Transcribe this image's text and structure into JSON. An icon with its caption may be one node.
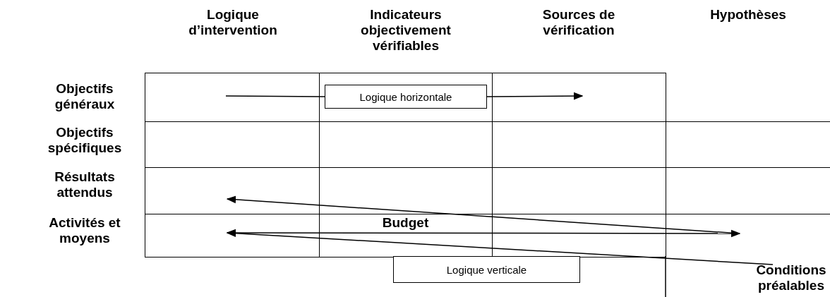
{
  "diagram": {
    "nodes": [
      {
        "text": [],
        "shape": "box"
      },
      {
        "text": [],
        "shape": "box"
      },
      {
        "text": [],
        "shape": "box"
      },
      {
        "text": [],
        "shape": "box"
      },
      {
        "text": [],
        "shape": "box"
      },
      {
        "text": [
          "Logique horizontale"
        ]
      },
      {
        "text": [
          "Logique verticale"
        ]
      },
      {
        "text": [
          "Conditions préalables"
        ]
      }
    ],
    "edges": [
      {
        "from": 0,
        "to": 5,
        "arrow": "none"
      },
      {
        "from": 5,
        "to": 1,
        "arrow": "to"
      },
      {
        "from": 7,
        "to": 3,
        "arrow": "to"
      },
      {
        "from": 3,
        "to": 4,
        "arrow": "both"
      },
      {
        "from": 4,
        "to": 2,
        "arrow": "to"
      }
    ],
    "labels": [
      "Logique d’intervention",
      "Indicateurs objectivement vérifiables",
      "Sources de vérification",
      "Hypothèses",
      "Objectifs généraux",
      "Objectifs spécifiques",
      "Résultats attendus",
      "Activités et moyens",
      "Budget"
    ]
  }
}
